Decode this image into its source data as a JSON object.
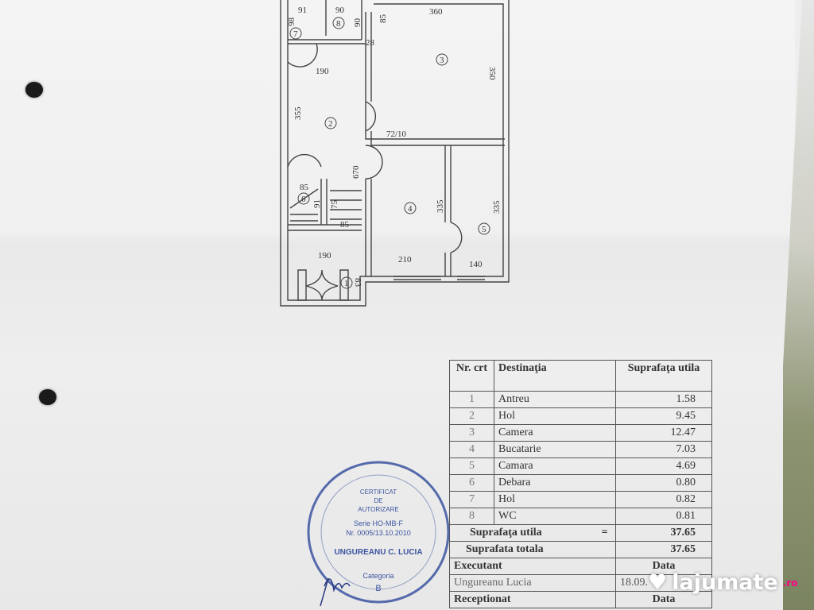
{
  "plan": {
    "dimensions": [
      "91",
      "90",
      "90",
      "98",
      "85",
      "360",
      "28",
      "350",
      "190",
      "355",
      "72/10",
      "670",
      "85",
      "91",
      "75",
      "85",
      "335",
      "335",
      "190",
      "83",
      "210",
      "140"
    ],
    "room_numbers": [
      "1",
      "2",
      "3",
      "4",
      "5",
      "6",
      "7",
      "8"
    ]
  },
  "table": {
    "headers": {
      "nr": "Nr. crt",
      "destinatia": "Destinaţia",
      "suprafata": "Suprafaţa utila"
    },
    "rows": [
      {
        "nr": "1",
        "name": "Antreu",
        "area": "1.58"
      },
      {
        "nr": "2",
        "name": "Hol",
        "area": "9.45"
      },
      {
        "nr": "3",
        "name": "Camera",
        "area": "12.47"
      },
      {
        "nr": "4",
        "name": "Bucatarie",
        "area": "7.03"
      },
      {
        "nr": "5",
        "name": "Camara",
        "area": "4.69"
      },
      {
        "nr": "6",
        "name": "Debara",
        "area": "0.80"
      },
      {
        "nr": "7",
        "name": "Hol",
        "area": "0.82"
      },
      {
        "nr": "8",
        "name": "WC",
        "area": "0.81"
      }
    ],
    "suprafata_utila_label": "Suprafaţa utila",
    "equals": "=",
    "suprafata_utila": "37.65",
    "suprafata_totala_label": "Suprafata totala",
    "suprafata_totala": "37.65",
    "executant_label": "Executant",
    "data_label": "Data",
    "executant": "Ungureanu Lucia",
    "executant_date": "18.09.",
    "receptionat_label": "Receptionat",
    "receptionat_data_label": "Data"
  },
  "stamp": {
    "line1": "CERTIFICAT",
    "line2": "DE",
    "line3": "AUTORIZARE",
    "serie": "Serie HO-MB-F",
    "nr": "Nr. 0005/13.10.2010",
    "name": "UNGUREANU C. LUCIA",
    "categoria": "Categoria",
    "categoria_value": "B",
    "color": "#3b54a0"
  },
  "watermark": {
    "brand": "lajumate",
    "tld": ".ro"
  }
}
